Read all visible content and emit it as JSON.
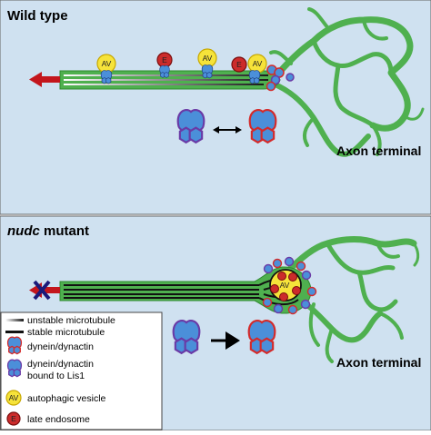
{
  "panels": {
    "wild_type": {
      "title": "Wild type",
      "terminal_label": "Axon terminal"
    },
    "mutant": {
      "title_italic": "nudc",
      "title_rest": " mutant",
      "terminal_label": "Axon terminal"
    }
  },
  "markers": {
    "av": "AV",
    "e": "E"
  },
  "legend": {
    "items": [
      {
        "icon": "unstable-microtubule-icon",
        "label": "unstable microtubule"
      },
      {
        "icon": "stable-microtubule-icon",
        "label": "stable microtubule"
      },
      {
        "icon": "dynein-dynactin-icon",
        "label": "dynein/dynactin"
      },
      {
        "icon": "dynein-lis1-icon",
        "label": "dynein/dynactin"
      },
      {
        "icon": "",
        "label": "bound to Lis1"
      },
      {
        "icon": "autophagic-vesicle-icon",
        "label": "autophagic vesicle"
      },
      {
        "icon": "late-endosome-icon",
        "label": "late endosome"
      }
    ]
  },
  "colors": {
    "panel_bg": "#cfe1f0",
    "axon_green": "#4fb04f",
    "axon_outline": "#2f8a2f",
    "dynein_blue": "#4b8fd9",
    "lis1_purple": "#6a3aa6",
    "dynactin_red": "#d42a2a",
    "av_yellow": "#f6e33a",
    "late_endosome_red": "#cc2b2b",
    "arrow_red": "#c3161c"
  }
}
